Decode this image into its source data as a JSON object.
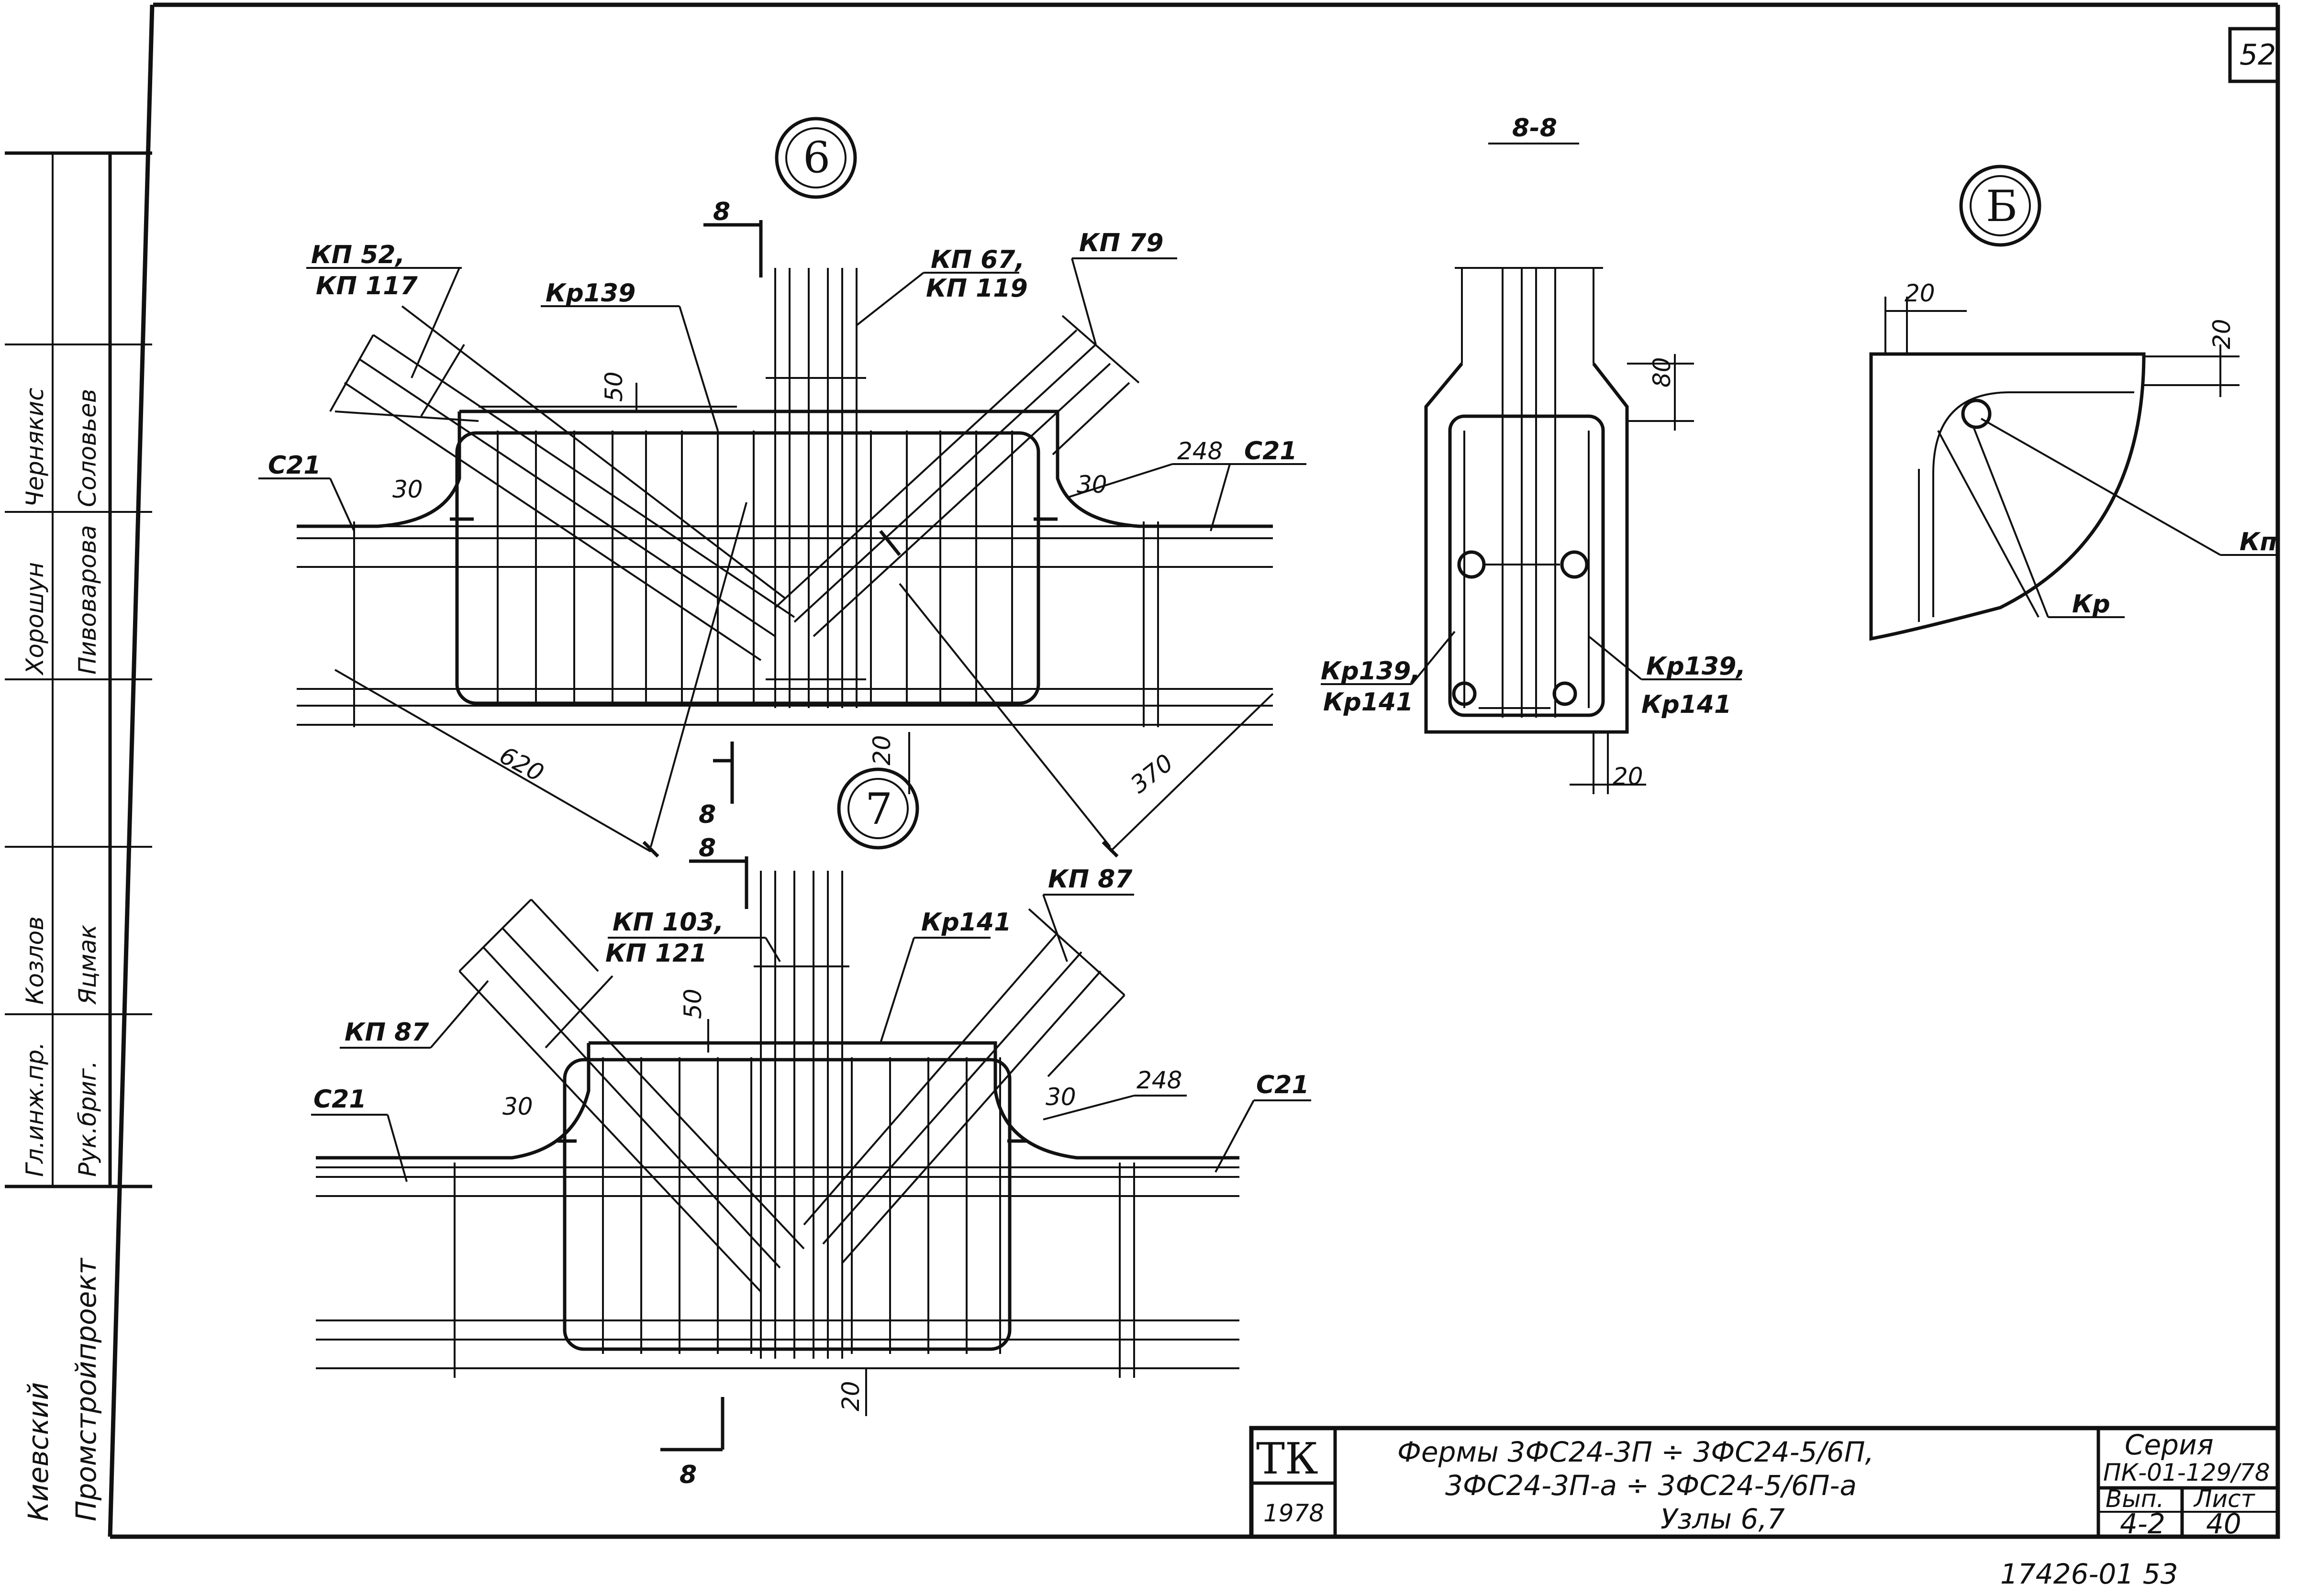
{
  "sheet_number": "52",
  "footer_code": "17426-01 53",
  "node6": {
    "circle_label": "6",
    "labels": {
      "kp52": "КП 52,",
      "kp117": "КП 117",
      "kr139": "Кр139",
      "kp67": "КП 67,",
      "kp119": "КП 119",
      "kp79": "КП 79",
      "c21_left": "С21",
      "c21_right": "С21",
      "dim_248": "248",
      "dim_50": "50",
      "dim_30_left": "30",
      "dim_30_right": "30",
      "dim_620": "620",
      "dim_370": "370",
      "dim_20": "20",
      "section_top": "8",
      "section_bottom": "8"
    }
  },
  "node7": {
    "circle_label": "7",
    "labels": {
      "section_top": "8",
      "kp103": "КП 103,",
      "kp121": "КП 121",
      "kr141": "Кр141",
      "kp87_right": "КП 87",
      "kp87_left": "КП 87",
      "c21_left": "С21",
      "c21_right": "С21",
      "dim_248": "248",
      "dim_50": "50",
      "dim_30_left": "30",
      "dim_30_right": "30",
      "dim_20": "20",
      "section_bottom": "8"
    }
  },
  "section88": {
    "title": "8-8",
    "labels": {
      "kr139_left": "Кр139,",
      "kr141_left": "Кр141",
      "kr139_right": "Кр139,",
      "kr141_right": "Кр141",
      "dim_80": "80",
      "dim_20": "20"
    }
  },
  "detailB": {
    "circle_label": "Б",
    "labels": {
      "dim_20_top": "20",
      "dim_20_right": "20",
      "kp": "Кп",
      "kr": "Кр"
    }
  },
  "left_stamp": {
    "organization": [
      "Киевский",
      "Промстройпроект"
    ],
    "roles": [
      "Гл.инж.пр.",
      "Рук.бриг."
    ],
    "names": [
      "Козлов",
      "Яцмак",
      "Чернякис",
      "Соловьев",
      "Пивоварова",
      "Хорошун"
    ]
  },
  "title_block": {
    "logo": "ТК",
    "year": "1978",
    "title_line1": "Фермы 3ФС24-3П ÷ 3ФС24-5/6П,",
    "title_line2": "3ФС24-3П-а ÷ 3ФС24-5/6П-а",
    "title_line3": "Узлы 6,7",
    "series_label": "Серия",
    "series_value": "ПК-01-129/78",
    "issue_label": "Вып.",
    "issue_value": "4-2",
    "sheet_label": "Лист",
    "sheet_value": "40"
  }
}
